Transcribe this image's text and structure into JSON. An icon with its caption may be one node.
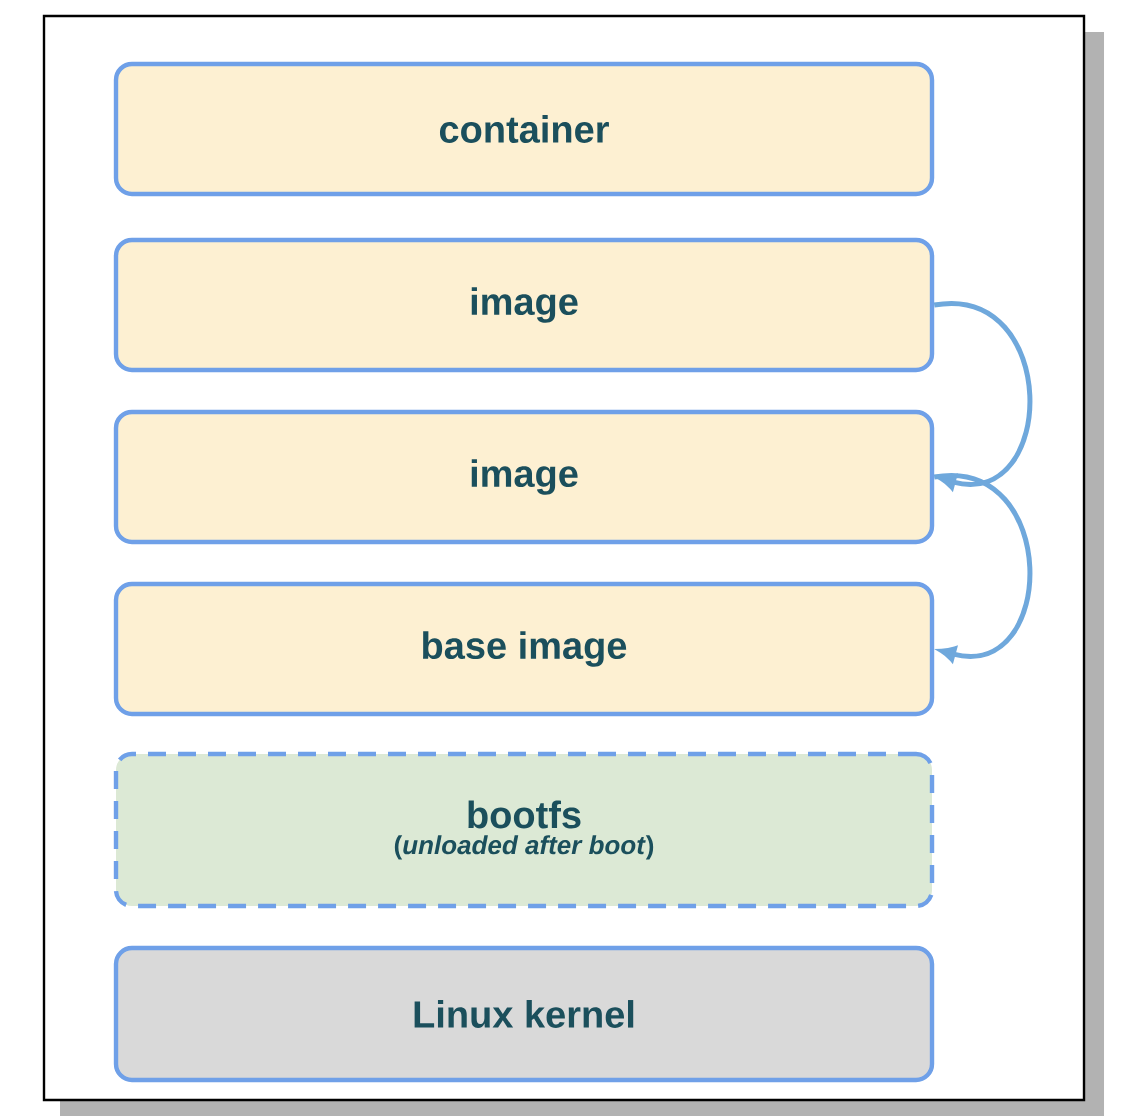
{
  "diagram": {
    "nodes": [
      {
        "text": [
          "container"
        ]
      },
      {
        "text": [
          "image"
        ]
      },
      {
        "text": [
          "image"
        ]
      },
      {
        "text": [
          "base image"
        ]
      },
      {
        "text": [
          "bootfs",
          "(*unloaded after boot*)"
        ]
      },
      {
        "text": [
          "Linux kernel"
        ]
      }
    ],
    "edges": [
      {
        "from": 1,
        "to": 2,
        "arrow": "to"
      },
      {
        "from": 2,
        "to": 3,
        "arrow": "to"
      }
    ]
  }
}
